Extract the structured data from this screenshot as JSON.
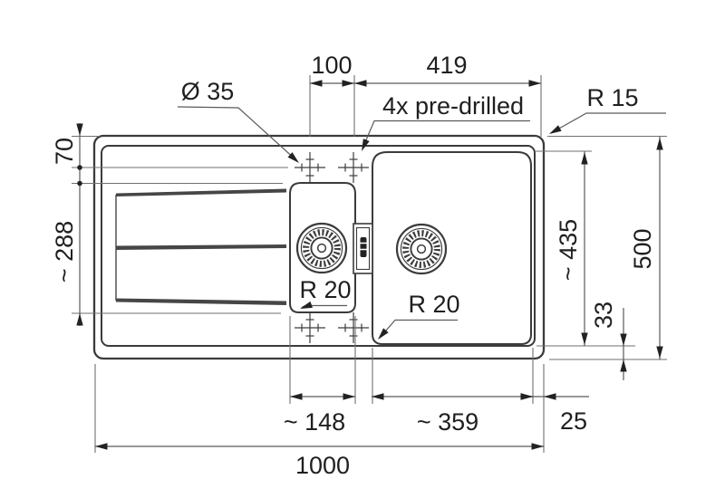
{
  "annotations": {
    "hole_diameter": "Ø 35",
    "predrilled_note": "4x pre-drilled",
    "outer_corner_radius": "R 15",
    "small_bowl_corner_radius": "R 20",
    "large_bowl_corner_radius": "R 20"
  },
  "dimensions": {
    "top": {
      "hole_spacing": "100",
      "hole_to_right_edge": "419"
    },
    "left": {
      "edge_to_holes": "70",
      "drainer_depth": "~ 288"
    },
    "right": {
      "inner_height": "~ 435",
      "bottom_rim": "33",
      "overall_height": "500"
    },
    "bottom": {
      "small_bowl_width": "~ 148",
      "large_bowl_width": "~ 359",
      "right_margin": "25",
      "overall_width": "1000"
    }
  },
  "colors": {
    "outline": "#3b3b3b",
    "thin_line": "#6f6f6f",
    "leader_line": "#555555",
    "text": "#1f1f1f",
    "background": "#ffffff"
  }
}
